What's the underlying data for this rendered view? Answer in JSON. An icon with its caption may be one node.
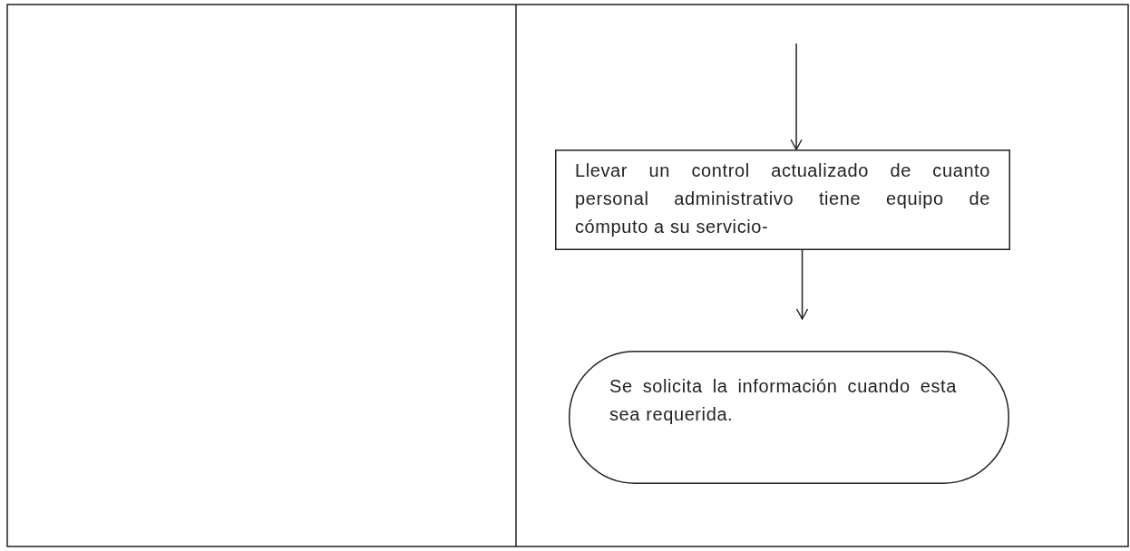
{
  "diagram": {
    "nodes": [
      {
        "text": [
          "Llevar un control actualizado de cuanto personal administrativo tiene equipo de cómputo a su servicio-"
        ]
      },
      {
        "text": [
          "Se solicita la información cuando esta sea requerida."
        ]
      }
    ],
    "edges": [
      {
        "from": null,
        "to": 0,
        "arrow": "to"
      },
      {
        "from": 0,
        "to": 1,
        "arrow": "to"
      }
    ]
  }
}
